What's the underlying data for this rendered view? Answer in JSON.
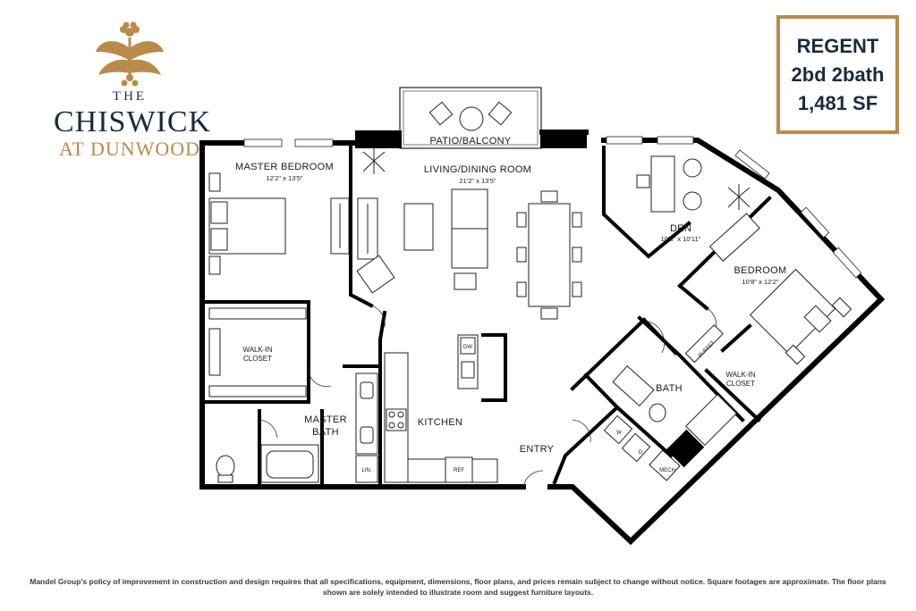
{
  "logo": {
    "the": "THE",
    "chiswick": "CHISWICK",
    "at_dunwood": "AT DUNWOOD",
    "brand_navy": "#1a2b3c",
    "brand_gold": "#b98b4a"
  },
  "unit": {
    "name": "REGENT",
    "type": "2bd 2bath",
    "area": "1,481 SF"
  },
  "rooms": {
    "patio": "PATIO/BALCONY",
    "living_name": "LIVING/DINING ROOM",
    "living_dim": "21'2\" x 13'5\"",
    "master_name": "MASTER BEDROOM",
    "master_dim": "12'2\" x 13'5\"",
    "den_name": "DEN",
    "den_dim": "10'8\" x 10'11\"",
    "bedroom_name": "BEDROOM",
    "bedroom_dim": "10'8\" x 12'2\"",
    "walkin_line1": "WALK-IN",
    "walkin_line2": "CLOSET",
    "master_bath_line1": "MASTER",
    "master_bath_line2": "BATH",
    "kitchen": "KITCHEN",
    "entry": "ENTRY",
    "bath": "BATH",
    "walkin2_line1": "WALK-IN",
    "walkin2_line2": "CLOSET"
  },
  "fixtures": {
    "dw": "DW",
    "ref": "REF",
    "lin": "LIN.",
    "buffet": "BUFFET",
    "washer": "W",
    "dryer": "D",
    "mech": "MECH"
  },
  "disclaimer": "Mandel Group's policy of improvement in construction and design requires that all specifications, equipment, dimensions, floor plans, and prices remain subject to change without notice. Square footages are approximate. The floor plans shown are solely intended to illustrate room and suggest furniture layouts."
}
